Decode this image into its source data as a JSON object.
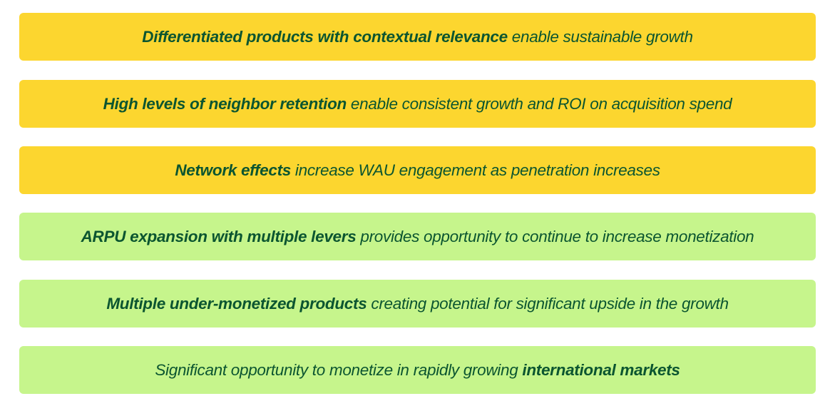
{
  "colors": {
    "yellow": "#fcd62f",
    "green": "#c6f58c",
    "text": "#0b5530"
  },
  "items": [
    {
      "bold": "Differentiated products with contextual relevance",
      "rest": " enable sustainable growth"
    },
    {
      "bold": "High levels of neighbor retention",
      "rest": " enable consistent growth and ROI on acquisition spend"
    },
    {
      "bold": "Network effects",
      "rest": " increase WAU engagement as penetration increases"
    },
    {
      "bold": "ARPU expansion with multiple levers",
      "rest": " provides opportunity to continue to increase monetization"
    },
    {
      "bold": "Multiple under-monetized products",
      "rest": " creating potential for significant upside in the growth"
    },
    {
      "pre": "Significant opportunity to monetize in rapidly growing ",
      "bold": "international markets"
    }
  ]
}
